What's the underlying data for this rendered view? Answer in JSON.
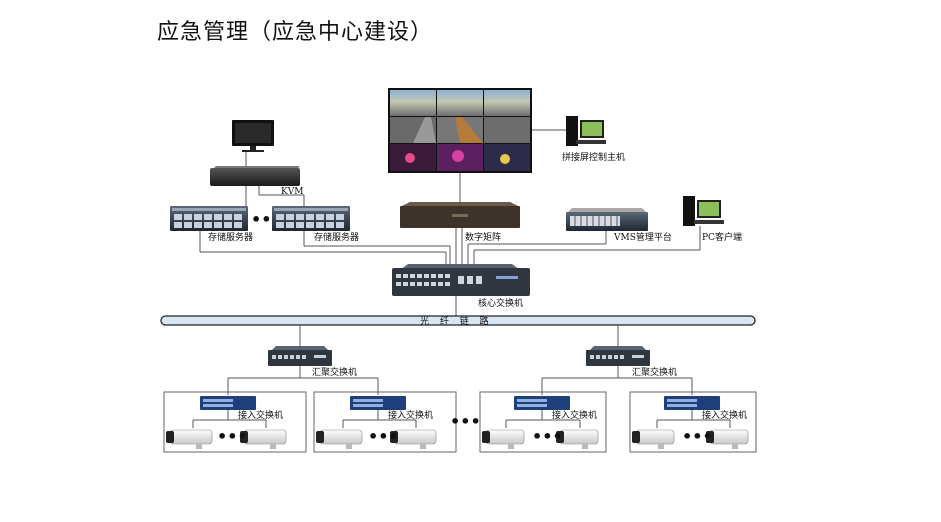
{
  "title": "应急管理（应急中心建设）",
  "labels": {
    "kvm": "KVM",
    "storage_1": "存储服务器",
    "storage_2": "存储服务器",
    "matrix": "数字矩阵",
    "splice_host": "拼接屏控制主机",
    "vms": "VMS管理平台",
    "pc_client": "PC客户端",
    "core_switch": "核心交换机",
    "fiber_link": "光 纤 链 路",
    "agg_left": "汇聚交换机",
    "agg_right": "汇聚交换机",
    "access_1": "接入交换机",
    "access_2": "接入交换机",
    "access_3": "接入交换机",
    "access_4": "接入交换机"
  },
  "ellipsis": "•••",
  "colors": {
    "line": "#555555",
    "fiber_fill": "#d6e6f4",
    "switch_blue": "#1f3f7a",
    "rack_dark": "#2c3440"
  }
}
